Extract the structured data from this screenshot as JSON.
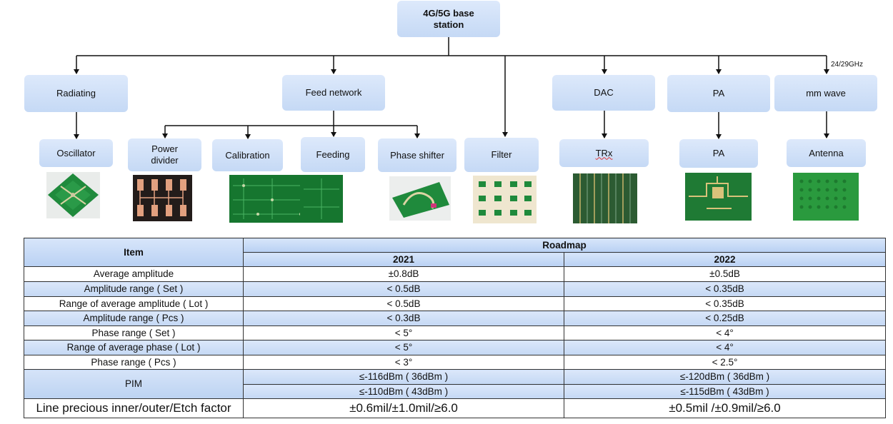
{
  "root": "4G/5G base station",
  "level1": {
    "radiating": "Radiating",
    "feed_network": "Feed network",
    "dac": "DAC",
    "pa": "PA",
    "mm_wave": "mm wave"
  },
  "frequency_label": "24/29GHz",
  "level2": {
    "oscillator": "Oscillator",
    "power_divider": "Power divider",
    "calibration": "Calibration",
    "feeding": "Feeding",
    "phase_shifter": "Phase shifter",
    "filter": "Filter",
    "trx": "TRx",
    "pa": "PA",
    "antenna": "Antenna"
  },
  "table": {
    "item_header": "Item",
    "roadmap_header": "Roadmap",
    "year_2021": "2021",
    "year_2022": "2022",
    "rows": [
      {
        "item": "Average amplitude",
        "v2021": "±0.8dB",
        "v2022": "±0.5dB"
      },
      {
        "item": "Amplitude range ( Set )",
        "v2021": "< 0.5dB",
        "v2022": "< 0.35dB"
      },
      {
        "item": "Range of average amplitude ( Lot )",
        "v2021": "< 0.5dB",
        "v2022": "< 0.35dB"
      },
      {
        "item": "Amplitude range ( Pcs )",
        "v2021": "< 0.3dB",
        "v2022": "< 0.25dB"
      },
      {
        "item": "Phase range ( Set )",
        "v2021": "< 5°",
        "v2022": "< 4°"
      },
      {
        "item": "Range of average phase ( Lot )",
        "v2021": "< 5°",
        "v2022": "< 4°"
      },
      {
        "item": "Phase range ( Pcs )",
        "v2021": "< 3°",
        "v2022": "< 2.5°"
      }
    ],
    "pim": {
      "item": "PIM",
      "v2021_36": "≤-116dBm ( 36dBm )",
      "v2022_36": "≤-120dBm ( 36dBm )",
      "v2021_43": "≤-110dBm ( 43dBm )",
      "v2022_43": "≤-115dBm ( 43dBm )"
    },
    "line": {
      "item": "Line precious inner/outer/Etch factor",
      "v2021": "±0.6mil/±1.0mil/≥6.0",
      "v2022": "±0.5mil /±0.9mil/≥6.0"
    }
  },
  "colors": {
    "box_fill": "#cddff7",
    "pcb_green": "#1f8a3c",
    "table_header": "#c8dbf5"
  }
}
